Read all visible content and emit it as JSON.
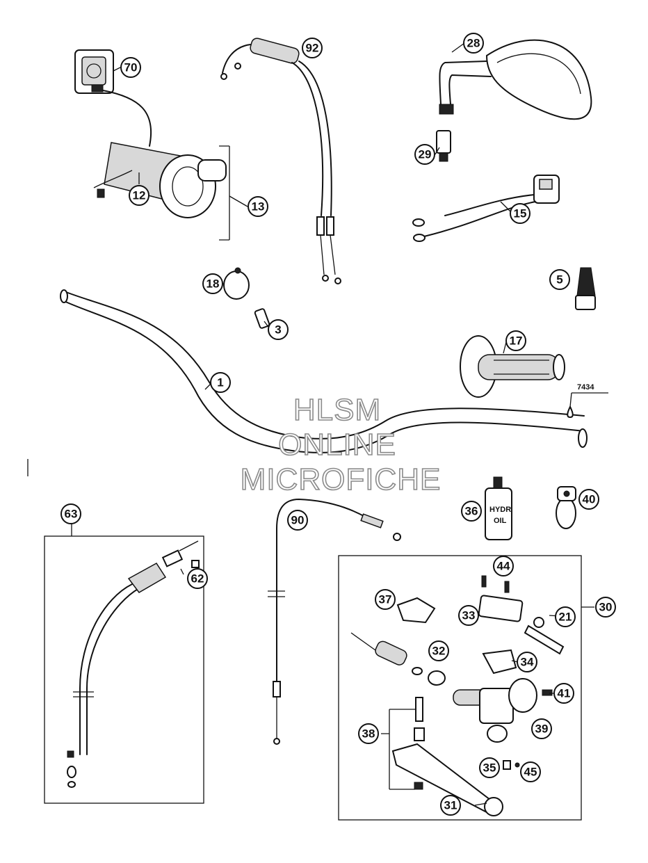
{
  "watermark": {
    "line1": "HLSM",
    "line2": "ONLINE",
    "line3": "MICROFICHE"
  },
  "reference_code": "7434",
  "hydraulic_bottle_label": {
    "line1": "HYDR",
    "line2": "OIL"
  },
  "callouts": {
    "c70": "70",
    "c92": "92",
    "c28": "28",
    "c29": "29",
    "c12": "12",
    "c13": "13",
    "c15": "15",
    "c18": "18",
    "c3": "3",
    "c5": "5",
    "c17": "17",
    "c1": "1",
    "c63": "63",
    "c62": "62",
    "c90": "90",
    "c36": "36",
    "c40": "40",
    "c44": "44",
    "c30": "30",
    "c37": "37",
    "c33": "33",
    "c21": "21",
    "c32": "32",
    "c34": "34",
    "c41": "41",
    "c38": "38",
    "c39": "39",
    "c35": "35",
    "c45": "45",
    "c31": "31"
  }
}
